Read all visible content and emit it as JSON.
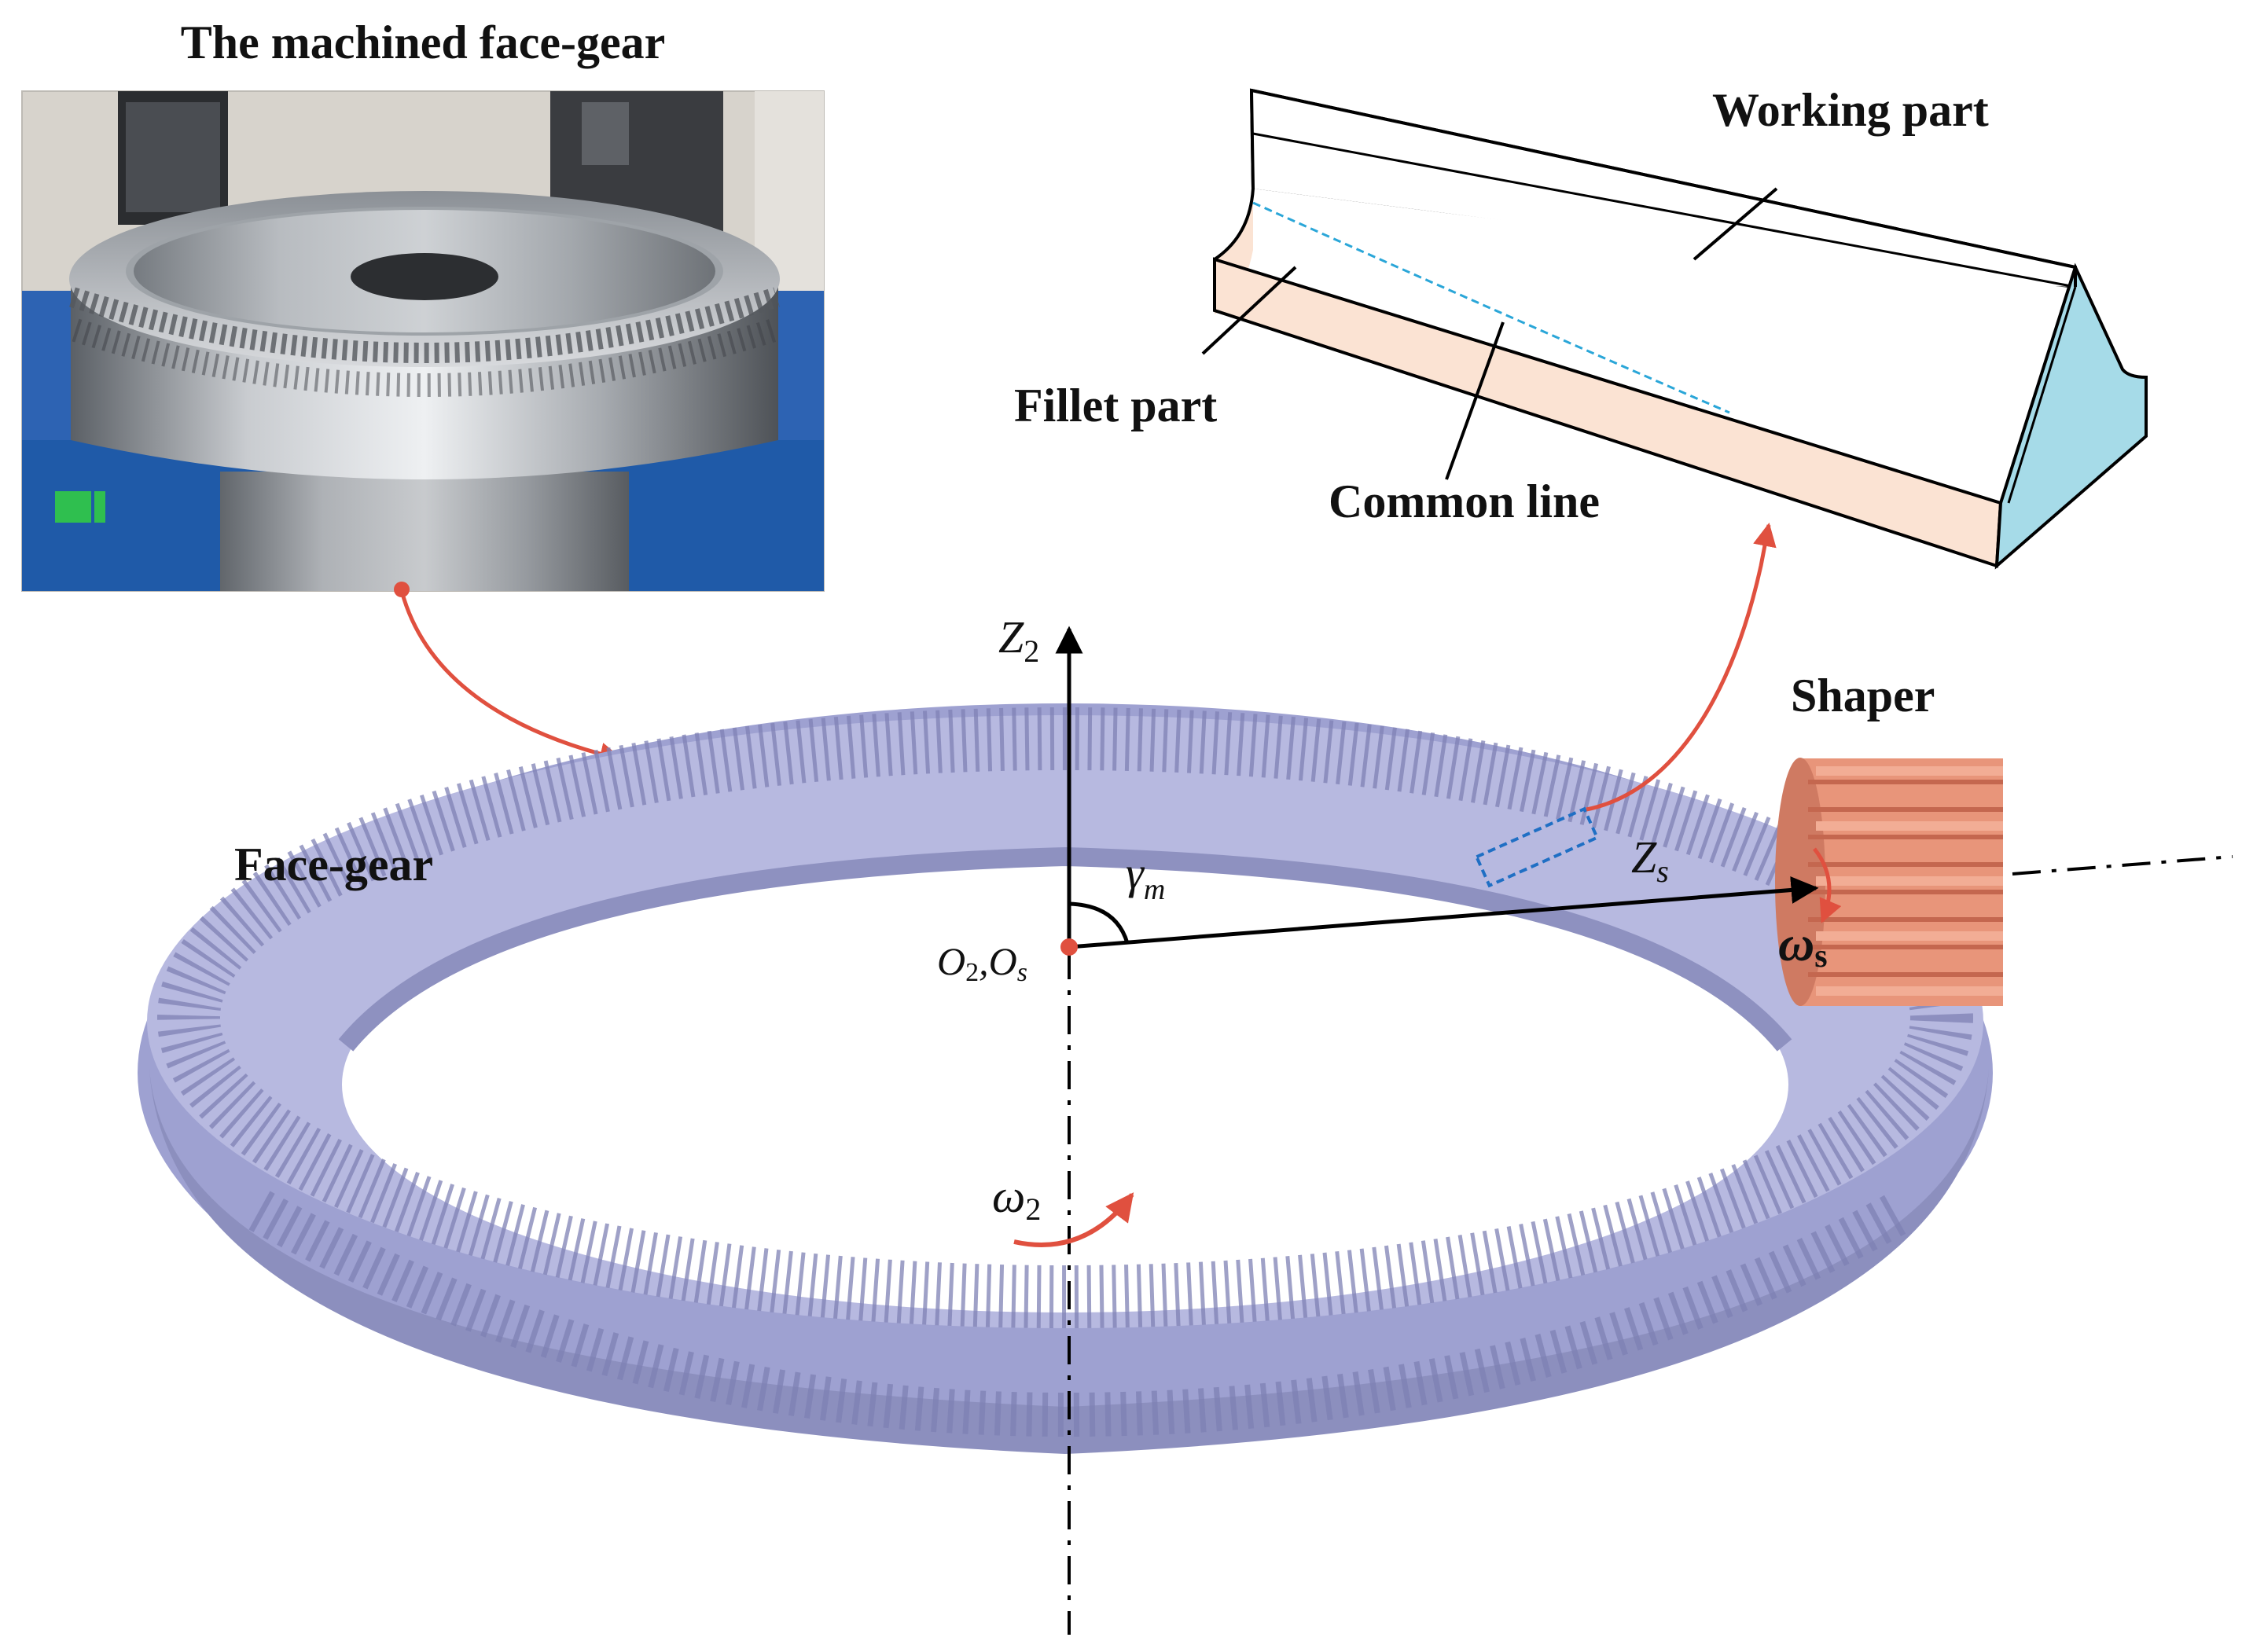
{
  "labels": {
    "photo_title": "The machined face-gear",
    "working_part": "Working part",
    "fillet_part": "Fillet part",
    "common_line": "Common line",
    "shaper": "Shaper",
    "face_gear": "Face-gear",
    "z2": "Z",
    "z2_sub": "2",
    "zs": "Z",
    "zs_sub": "s",
    "gamma": "γ",
    "gamma_sub": "m",
    "origin": "O",
    "origin_sub_1": "2",
    "origin_sep": ",O",
    "origin_sub_2": "s",
    "omega2": "ω",
    "omega2_sub": "2",
    "omegas": "ω",
    "omegas_sub": "s"
  },
  "colors": {
    "gear_body": "#a9acd6",
    "gear_shadow": "#8a8dbc",
    "gear_teeth_light": "#c9cbe9",
    "shaper": "#e8957a",
    "shaper_dark": "#c8705a",
    "arrow_red": "#e0503f",
    "blade_side": "#fbe3d3",
    "blade_end": "#a6dbe8",
    "common_line": "#2aa6d8",
    "callout_blue": "#1f6fc4"
  }
}
